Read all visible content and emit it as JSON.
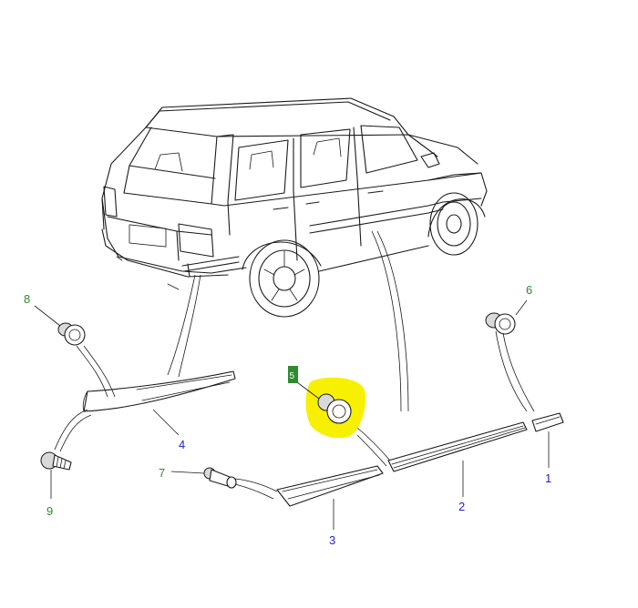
{
  "colors": {
    "green_callout": "#2e8b2e",
    "blue_callout": "#2323c8",
    "highlight": "#f7f000",
    "line": "#1a1a1a"
  },
  "callouts": [
    {
      "id": "1",
      "label": "1",
      "color": "blue"
    },
    {
      "id": "2",
      "label": "2",
      "color": "blue"
    },
    {
      "id": "3",
      "label": "3",
      "color": "blue"
    },
    {
      "id": "4",
      "label": "4",
      "color": "blue"
    },
    {
      "id": "5",
      "label": "5",
      "color": "green"
    },
    {
      "id": "6",
      "label": "6",
      "color": "green"
    },
    {
      "id": "7",
      "label": "7",
      "color": "green"
    },
    {
      "id": "8",
      "label": "8",
      "color": "green"
    },
    {
      "id": "9",
      "label": "9",
      "color": "green"
    }
  ],
  "highlighted_part": "5"
}
